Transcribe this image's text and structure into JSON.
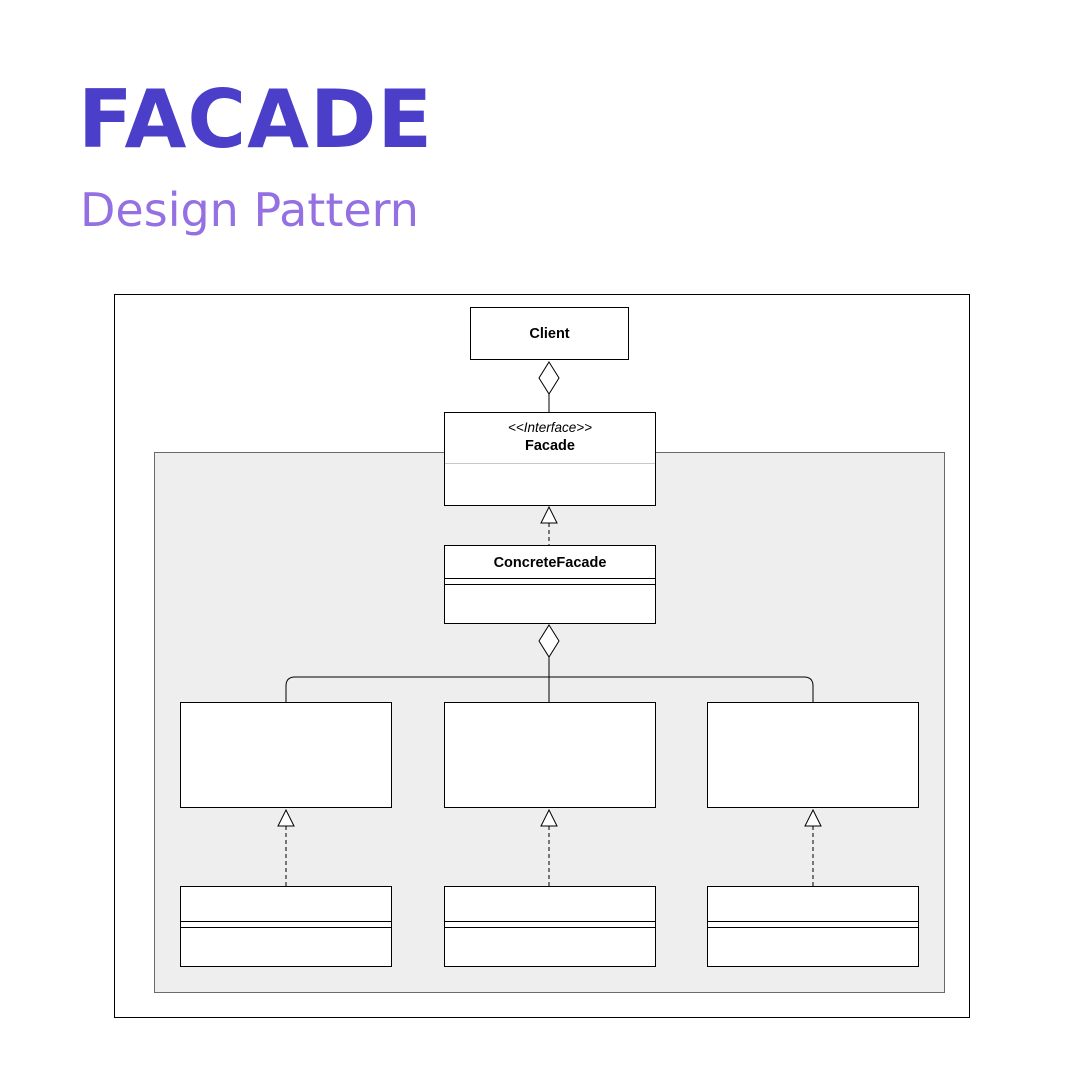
{
  "header": {
    "title": "FACADE",
    "subtitle": "Design Pattern"
  },
  "diagram": {
    "client": {
      "name": "Client"
    },
    "facade": {
      "stereotype": "<<Interface>>",
      "name": "Facade"
    },
    "concrete_facade": {
      "name": "ConcreteFacade"
    }
  },
  "colors": {
    "title": "#4b3fc9",
    "subtitle": "#9570e2",
    "subsystem_fill": "#eeeeee",
    "box_fill": "#ffffff",
    "line": "#000000"
  }
}
